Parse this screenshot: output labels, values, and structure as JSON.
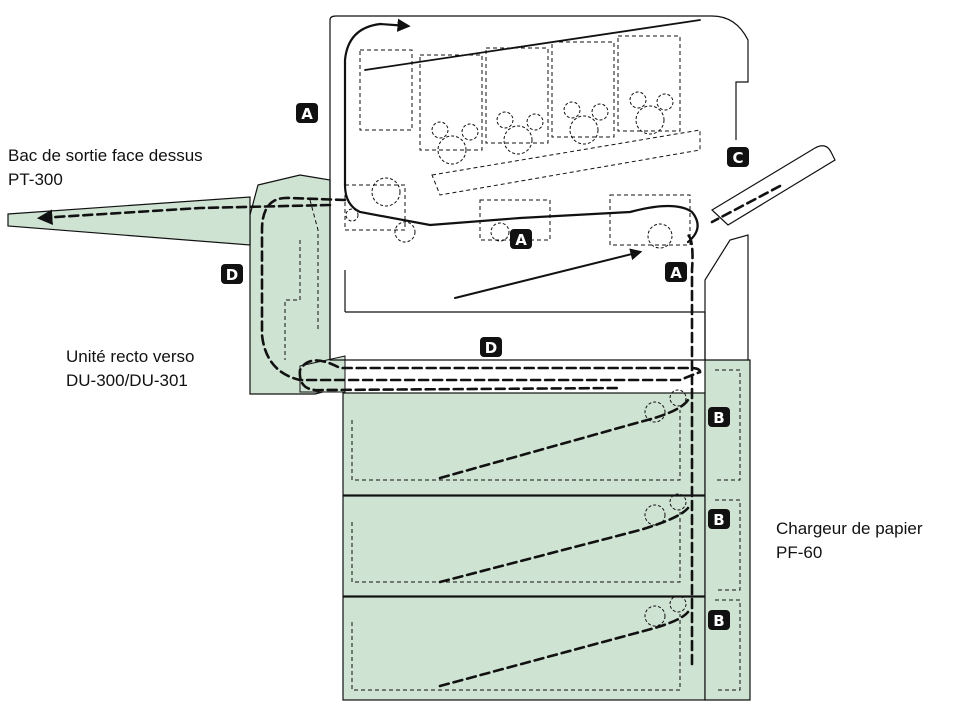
{
  "labels": {
    "top_tray": {
      "line1": "Bac de sortie face dessus",
      "line2": "PT-300"
    },
    "duplex": {
      "line1": "Unité recto verso",
      "line2": "DU-300/DU-301"
    },
    "feeder": {
      "line1": "Chargeur de papier",
      "line2": "PF-60"
    }
  },
  "path_markers": [
    {
      "id": "A1",
      "letter": "A"
    },
    {
      "id": "A2",
      "letter": "A"
    },
    {
      "id": "A3",
      "letter": "A"
    },
    {
      "id": "B1",
      "letter": "B"
    },
    {
      "id": "B2",
      "letter": "B"
    },
    {
      "id": "B3",
      "letter": "B"
    },
    {
      "id": "C1",
      "letter": "C"
    },
    {
      "id": "D1",
      "letter": "D"
    },
    {
      "id": "D2",
      "letter": "D"
    }
  ],
  "colors": {
    "option_fill": "#cfe3d3",
    "line": "#111111",
    "label_bg": "#111111",
    "label_text": "#ffffff"
  }
}
